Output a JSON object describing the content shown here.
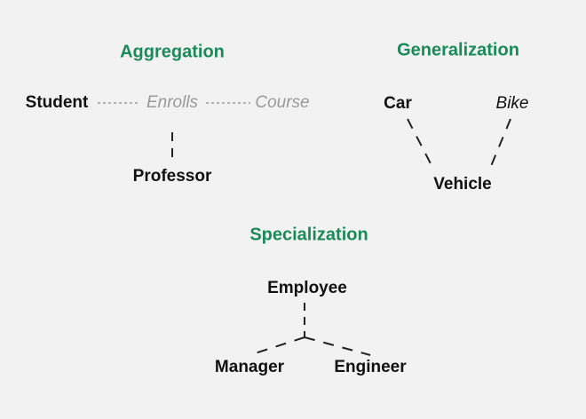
{
  "colors": {
    "background": "#f2f2f2",
    "heading": "#1b8a5a",
    "text": "#111111",
    "muted": "#9a9a9a",
    "edge": "#222222"
  },
  "aggregation": {
    "title": "Aggregation",
    "student": "Student",
    "enrolls": "Enrolls",
    "course": "Course",
    "professor": "Professor"
  },
  "generalization": {
    "title": "Generalization",
    "car": "Car",
    "bike": "Bike",
    "vehicle": "Vehicle"
  },
  "specialization": {
    "title": "Specialization",
    "employee": "Employee",
    "manager": "Manager",
    "engineer": "Engineer"
  }
}
